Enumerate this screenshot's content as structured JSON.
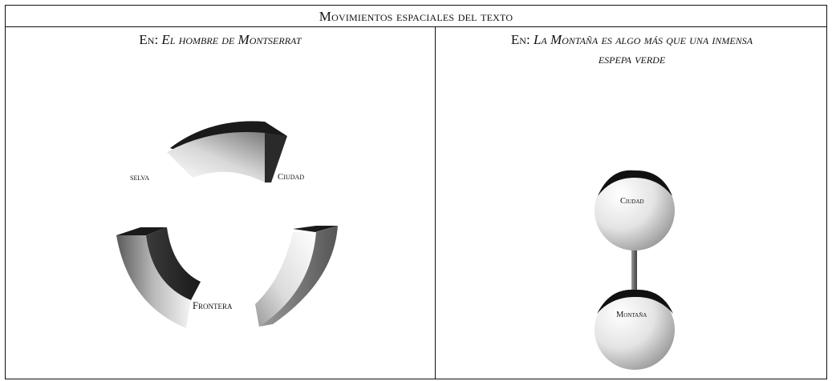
{
  "header": {
    "title": "Movimientos espaciales del texto"
  },
  "left": {
    "prefix": "En: ",
    "work": "El hombre de Montserrat",
    "labels": {
      "a": "selva",
      "b": "Ciudad",
      "c": "Frontera"
    }
  },
  "right": {
    "prefix": "En: ",
    "work_line1": "La Montaña es algo más que una inmensa",
    "work_line2": "espepa verde",
    "labels": {
      "top": "Ciudad",
      "bottom": "Montaña"
    }
  }
}
